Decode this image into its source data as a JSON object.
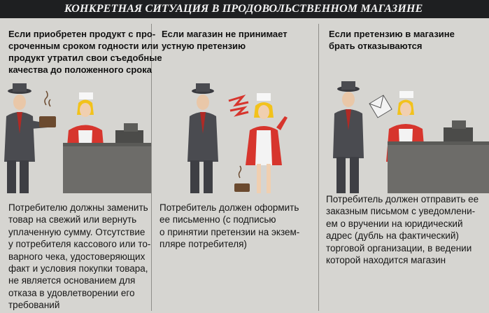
{
  "banner": {
    "title": "КОНКРЕТНАЯ СИТУАЦИЯ В ПРОДОВОЛЬСТВЕННОМ МАГАЗИНЕ"
  },
  "colors": {
    "background": "#d6d5d1",
    "banner": "#1e1f21",
    "suit": "#4a4b50",
    "counter": "#6d6c69",
    "dress_red": "#d7352d",
    "hair_yellow": "#f2c21b"
  },
  "panels": [
    {
      "heading": [
        "Если приобретен продукт с про-",
        "сроченным сроком годности или",
        "продукт утратил свои съедобные",
        "качества до положенного срока"
      ],
      "caption": [
        "Потребителю должны заменить",
        "товар на свежий или вернуть",
        "уплаченную сумму. Отсутствие",
        "у потребителя кассового или то-",
        "варного чека, удостоверяющих",
        "факт и условия покупки товара,",
        "не является основанием для",
        "отказа в удовлетворении его",
        "требований"
      ]
    },
    {
      "heading": [
        "Если магазин не принимает",
        "устную претензию"
      ],
      "caption": [
        "Потребитель должен оформить",
        "ее письменно (с подписью",
        "о принятии претензии на экзем-",
        "пляре потребителя)"
      ]
    },
    {
      "heading": [
        "Если претензию в магазине",
        "брать отказываются"
      ],
      "caption": [
        "Потребитель должен отправить ее",
        "заказным письмом с уведомлени-",
        "ем о вручении на юридический",
        "адрес (дубль на фактический)",
        "торговой организации, в ведении",
        "которой находится магазин"
      ]
    }
  ]
}
